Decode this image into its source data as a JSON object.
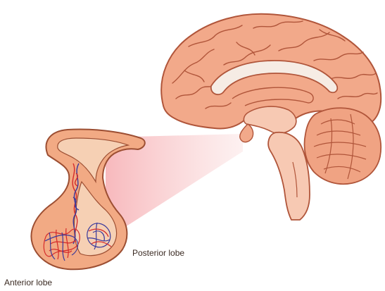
{
  "labels": {
    "posterior_lobe": "Posterior lobe",
    "anterior_lobe": "Anterior lobe"
  },
  "colors": {
    "brain_fill": "#f2a98a",
    "brain_outline": "#b0553a",
    "cerebellum_fill": "#f0a383",
    "brainstem_fill": "#f7c9b3",
    "corpus_callosum": "#f6ece4",
    "zoom_cone": "#f7b7b7",
    "pituitary_fill": "#f2aa84",
    "pituitary_inner": "#f6d0b4",
    "pituitary_outline": "#9c4e32",
    "artery_red": "#d42a2a",
    "vein_blue": "#3a3a9c"
  },
  "icons": {
    "brain": "brain-sagittal-illustration",
    "pituitary": "pituitary-gland-illustration"
  }
}
